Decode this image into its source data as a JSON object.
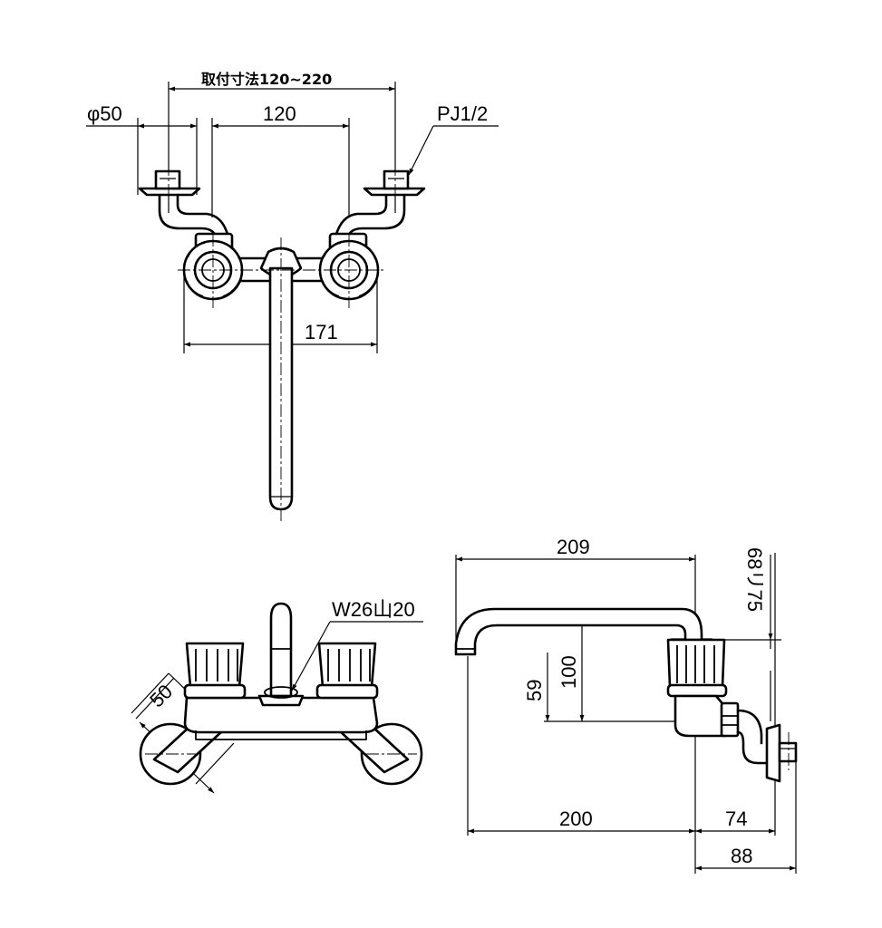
{
  "dimensions": {
    "mount_range": "取付寸法120~220",
    "diameter": "φ50",
    "center_spacing": "120",
    "pipe_thread": "PJ1/2",
    "handle_span": "171",
    "mount_thread": "W26山20",
    "side_length": "50",
    "spout_reach": "209",
    "adjust_range": "68リ75",
    "height_100": "100",
    "height_59": "59",
    "length_200": "200",
    "length_74": "74",
    "length_88": "88"
  }
}
